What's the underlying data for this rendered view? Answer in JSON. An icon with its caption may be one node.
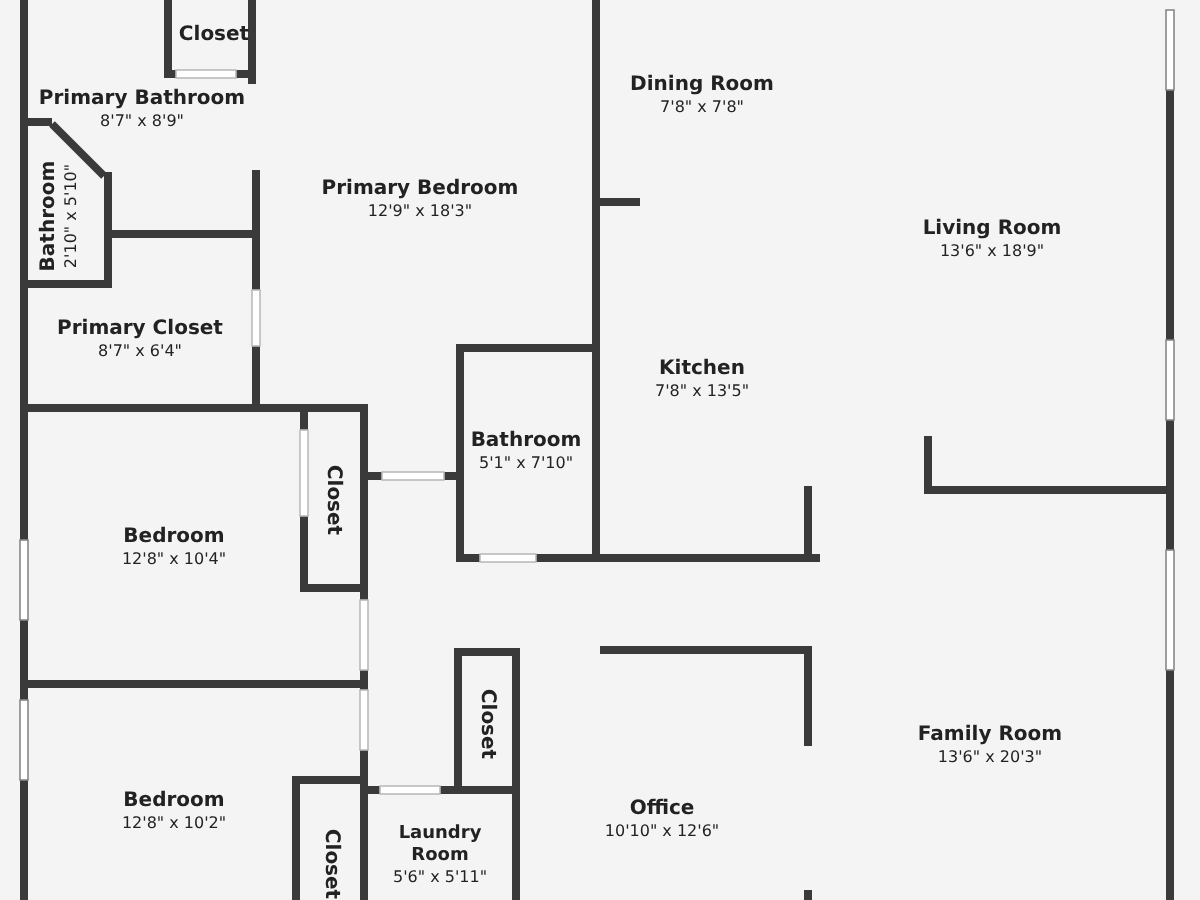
{
  "diagram": {
    "nodes": [
      {
        "text": [
          "Closet"
        ]
      },
      {
        "text": [
          "Primary Bathroom",
          "8'7\" x 8'9\""
        ]
      },
      {
        "text": [
          "Bathroom",
          "2'10\" x 5'10\""
        ]
      },
      {
        "text": [
          "Primary Bedroom",
          "12'9\" x 18'3\""
        ]
      },
      {
        "text": [
          "Primary Closet",
          "8'7\" x 6'4\""
        ]
      },
      {
        "text": [
          "Dining Room",
          "7'8\" x 7'8\""
        ]
      },
      {
        "text": [
          "Living Room",
          "13'6\" x 18'9\""
        ]
      },
      {
        "text": [
          "Kitchen",
          "7'8\" x 13'5\""
        ]
      },
      {
        "text": [
          "Bathroom",
          "5'1\" x 7'10\""
        ]
      },
      {
        "text": [
          "Closet"
        ]
      },
      {
        "text": [
          "Bedroom",
          "12'8\" x 10'4\""
        ]
      },
      {
        "text": [
          "Closet"
        ]
      },
      {
        "text": [
          "Family Room",
          "13'6\" x 20'3\""
        ]
      },
      {
        "text": [
          "Office",
          "10'10\" x 12'6\""
        ]
      },
      {
        "text": [
          "Bedroom",
          "12'8\" x 10'2\""
        ]
      },
      {
        "text": [
          "Closet"
        ]
      },
      {
        "text": [
          "Laundry Room",
          "5'6\" x 5'11\""
        ]
      }
    ]
  }
}
